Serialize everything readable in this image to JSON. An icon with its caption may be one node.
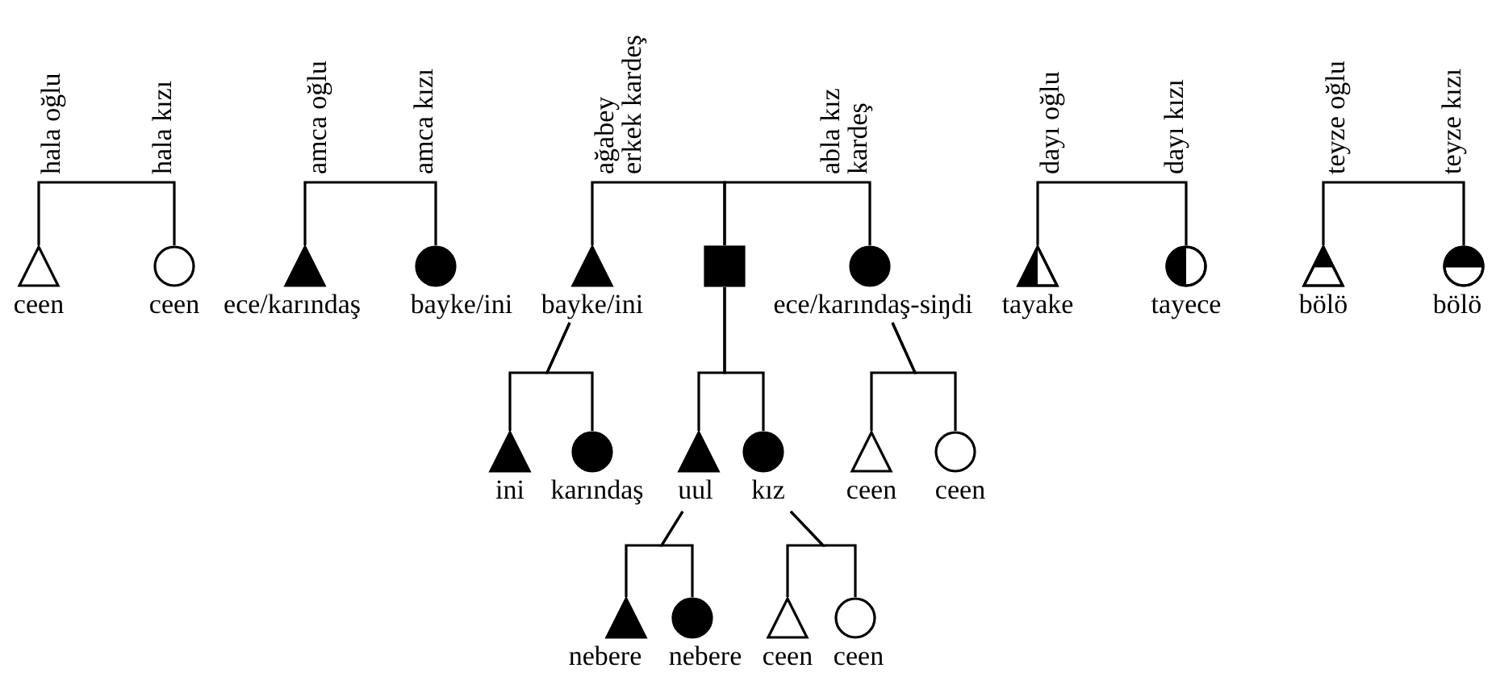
{
  "diagram": {
    "nodes": [
      {
        "text": [
          "ceen"
        ],
        "beside": [
          "hala oğlu"
        ]
      },
      {
        "text": [
          "ceen"
        ],
        "beside": [
          "hala kızı"
        ]
      },
      {
        "text": [
          "ece/karındaş"
        ],
        "beside": [
          "amca oğlu"
        ]
      },
      {
        "text": [
          "bayke/ini"
        ],
        "beside": [
          "amca kızı"
        ]
      },
      {
        "text": [
          "bayke/ini"
        ],
        "beside": [
          "ağabey erkek kardeş"
        ]
      },
      {
        "text": [],
        "shape": "box"
      },
      {
        "text": [
          "ece/karındaş-siŋdi"
        ],
        "beside": [
          "abla kız kardeş"
        ]
      },
      {
        "text": [
          "tayake"
        ],
        "beside": [
          "dayı oğlu"
        ]
      },
      {
        "text": [
          "tayece"
        ],
        "beside": [
          "dayı kızı"
        ]
      },
      {
        "text": [
          "bölö"
        ],
        "beside": [
          "teyze oğlu"
        ]
      },
      {
        "text": [
          "bölö"
        ],
        "beside": [
          "teyze kızı"
        ]
      },
      {
        "text": [
          "ini"
        ]
      },
      {
        "text": [
          "karındaş"
        ]
      },
      {
        "text": [
          "uul"
        ]
      },
      {
        "text": [
          "kız"
        ]
      },
      {
        "text": [
          "ceen"
        ]
      },
      {
        "text": [
          "ceen"
        ]
      },
      {
        "text": [
          "nebere"
        ]
      },
      {
        "text": [
          "nebere"
        ]
      },
      {
        "text": [
          "ceen"
        ]
      },
      {
        "text": [
          "ceen"
        ]
      }
    ],
    "edges": [
      {
        "from": 0,
        "to": 1,
        "arrow": "none"
      },
      {
        "from": 2,
        "to": 3,
        "arrow": "none"
      },
      {
        "from": 4,
        "to": 5,
        "arrow": "none"
      },
      {
        "from": 5,
        "to": 6,
        "arrow": "none"
      },
      {
        "from": 7,
        "to": 8,
        "arrow": "none"
      },
      {
        "from": 9,
        "to": 10,
        "arrow": "none"
      },
      {
        "from": 4,
        "to": 11,
        "arrow": "none"
      },
      {
        "from": 4,
        "to": 12,
        "arrow": "none"
      },
      {
        "from": 5,
        "to": 13,
        "arrow": "none"
      },
      {
        "from": 5,
        "to": 14,
        "arrow": "none"
      },
      {
        "from": 6,
        "to": 15,
        "arrow": "none"
      },
      {
        "from": 6,
        "to": 16,
        "arrow": "none"
      },
      {
        "from": 13,
        "to": 17,
        "arrow": "none"
      },
      {
        "from": 13,
        "to": 18,
        "arrow": "none"
      },
      {
        "from": 14,
        "to": 19,
        "arrow": "none"
      },
      {
        "from": 14,
        "to": 20,
        "arrow": "none"
      }
    ]
  }
}
